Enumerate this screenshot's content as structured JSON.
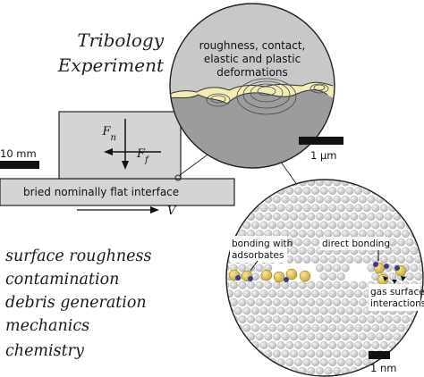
{
  "title": {
    "line1": "Tribology",
    "line2": "Experiment"
  },
  "macro": {
    "scale_bar_label": "10 mm",
    "interface_label": "bried nominally flat interface",
    "normal_force": "F",
    "normal_force_sub": "n",
    "friction_force": "F",
    "friction_force_sub": "f",
    "velocity": "V"
  },
  "micro": {
    "caption_line1": "roughness, contact,",
    "caption_line2": "elastic and plastic",
    "caption_line3": "deformations",
    "scale_bar_label": "1 µm"
  },
  "atomic": {
    "bonding_adsorbates_line1": "bonding with",
    "bonding_adsorbates_line2": "adsorbates",
    "direct_bonding": "direct bonding",
    "gas_surface_line1": "gas surface",
    "gas_surface_line2": "interactions",
    "scale_bar_label": "1 nm"
  },
  "topics": [
    "surface roughness",
    "contamination",
    "debris generation",
    "mechanics",
    "chemistry"
  ],
  "colors": {
    "block_fill": "#d4d4d4",
    "substrate_fill": "#d4d4d4",
    "upper_body_fill": "#c8c8c8",
    "lower_body_fill": "#9c9c9c",
    "debris_fill": "#f3edb5",
    "atom_fill": "#d6d6d6",
    "adsorbate_fill": "#e2c64a",
    "gas_fill": "#3b3b8e"
  }
}
